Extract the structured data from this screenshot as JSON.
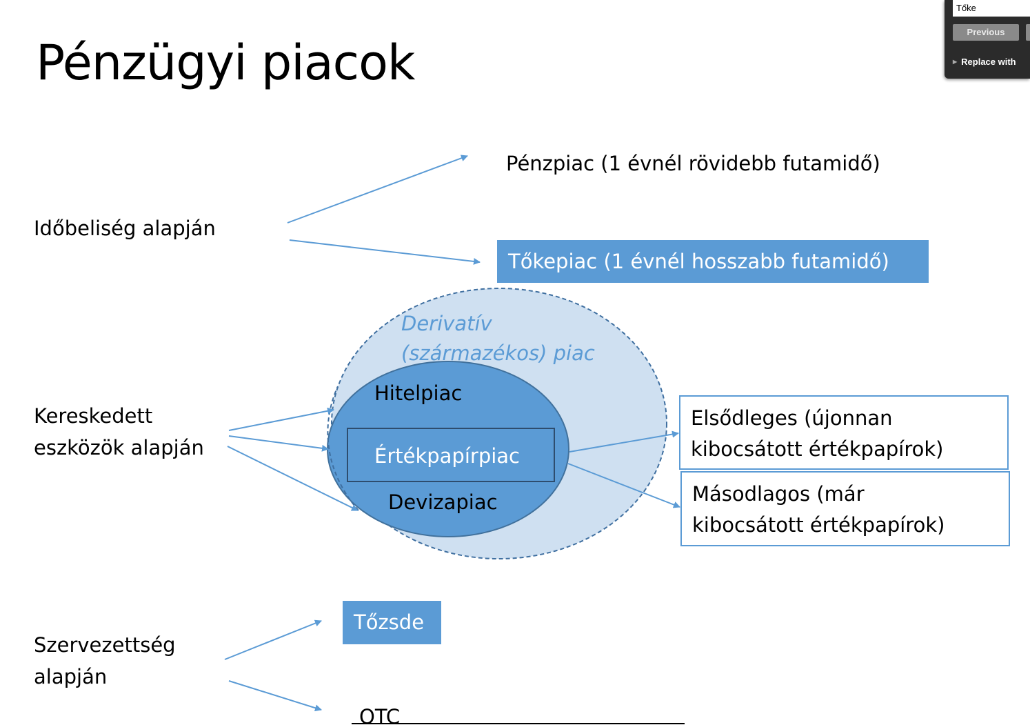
{
  "slide": {
    "title": "Pénzügyi piacok",
    "criteria": {
      "time": "Időbeliség alapján",
      "traded_line1": "Kereskedett",
      "traded_line2": "eszközök alapján",
      "org_line1": "Szervezettség",
      "org_line2": "alapján"
    },
    "money_market": "Pénzpiac (1 évnél rövidebb futamidő)",
    "capital_market": "Tőkepiac (1 évnél hosszabb futamidő)",
    "derivative_line1": "Derivatív",
    "derivative_line2": "(származékos) piac",
    "credit_market": "Hitelpiac",
    "securities_market": "Értékpapírpiac",
    "fx_market": "Devizapiac",
    "primary_line1": "Elsődleges (újonnan",
    "primary_line2": "kibocsátott értékpapírok)",
    "secondary_line1": "Másodlagos (már",
    "secondary_line2": "kibocsátott értékpapírok)",
    "stock_exchange": "Tőzsde",
    "otc": "OTC"
  },
  "find_panel": {
    "search_value": "Tőke",
    "previous_label": "Previous",
    "replace_label": "Replace with"
  },
  "colors": {
    "accent": "#5b9bd5",
    "ellipse_outer": "#cfe0f1",
    "ellipse_inner": "#5b9bd5",
    "derivative_text": "#5b9bd5"
  }
}
